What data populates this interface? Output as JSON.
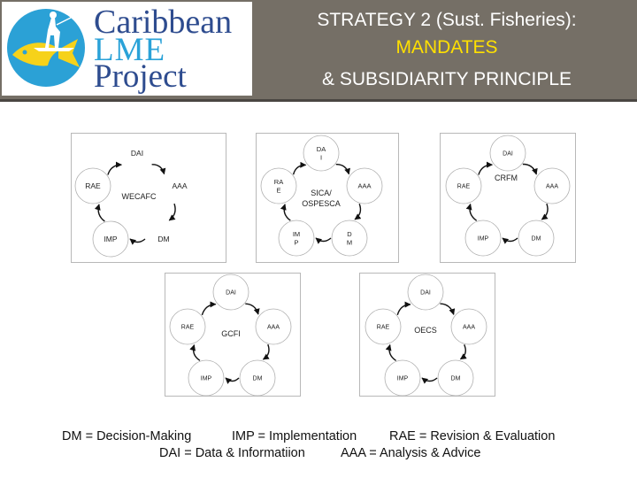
{
  "header": {
    "logo": {
      "line1": "Caribbean",
      "line2": "LME",
      "line3": "Project"
    },
    "title": {
      "line1": "STRATEGY 2 (Sust. Fisheries):",
      "line2": "MANDATES",
      "line3": "& SUBSIDIARITY PRINCIPLE"
    }
  },
  "colors": {
    "header_bg": "#756f66",
    "title_highlight": "#ffe000",
    "logo_blue": "#2aa2d8",
    "logo_navy": "#2e4c8f"
  },
  "cycles": [
    {
      "id": "wecafc",
      "center": "WECAFC",
      "nodes": [
        {
          "label": "DAI",
          "text_only": true
        },
        {
          "label": "AAA",
          "text_only": true
        },
        {
          "label": "DM",
          "text_only": true
        },
        {
          "label": "IMP",
          "text_only": false
        },
        {
          "label": "RAE",
          "text_only": false
        }
      ]
    },
    {
      "id": "sica",
      "center": "SICA/ OSPESCA",
      "nodes": [
        {
          "label": "DA I",
          "text_only": false
        },
        {
          "label": "AAA",
          "text_only": false
        },
        {
          "label": "D M",
          "text_only": false
        },
        {
          "label": "IM P",
          "text_only": false
        },
        {
          "label": "RA E",
          "text_only": false
        }
      ]
    },
    {
      "id": "crfm",
      "center": "CRFM",
      "nodes": [
        {
          "label": "DAI",
          "text_only": false
        },
        {
          "label": "AAA",
          "text_only": false
        },
        {
          "label": "DM",
          "text_only": false
        },
        {
          "label": "IMP",
          "text_only": false
        },
        {
          "label": "RAE",
          "text_only": false
        }
      ]
    },
    {
      "id": "gcfi",
      "center": "GCFI",
      "nodes": [
        {
          "label": "DAI",
          "text_only": false
        },
        {
          "label": "AAA",
          "text_only": false
        },
        {
          "label": "DM",
          "text_only": false
        },
        {
          "label": "IMP",
          "text_only": false
        },
        {
          "label": "RAE",
          "text_only": false
        }
      ]
    },
    {
      "id": "oecs",
      "center": "OECS",
      "nodes": [
        {
          "label": "DAI",
          "text_only": false
        },
        {
          "label": "AAA",
          "text_only": false
        },
        {
          "label": "DM",
          "text_only": false
        },
        {
          "label": "IMP",
          "text_only": false
        },
        {
          "label": "RAE",
          "text_only": false
        }
      ]
    }
  ],
  "legend": {
    "dm": "DM = Decision-Making",
    "imp": "IMP = Implementation",
    "rae": "RAE = Revision & Evaluation",
    "dai": "DAI = Data & Informatiion",
    "aaa": "AAA = Analysis  & Advice"
  }
}
